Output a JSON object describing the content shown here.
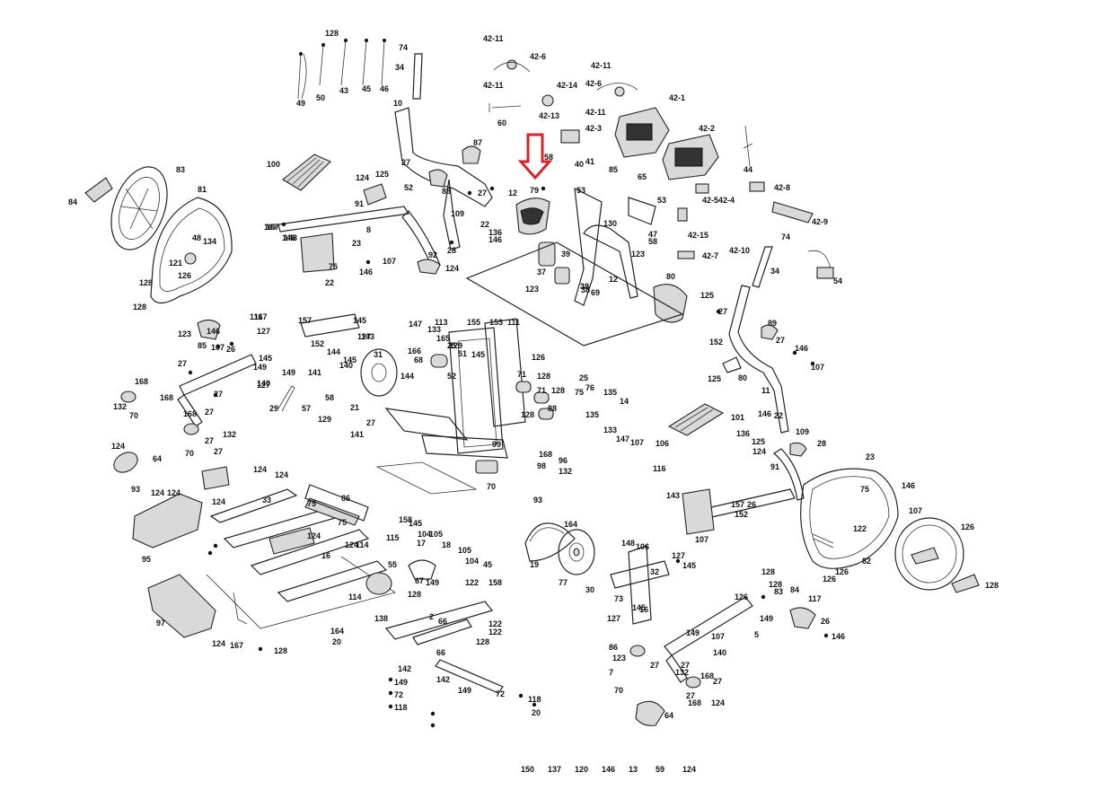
{
  "diagram": {
    "highlight_part": "79",
    "highlight_color": "#d8232a",
    "labels": [
      "128",
      "49",
      "50",
      "43",
      "45",
      "46",
      "74",
      "34",
      "10",
      "42-11",
      "42-6",
      "42-11",
      "42-14",
      "42-13",
      "60",
      "42-11",
      "42-6",
      "42-11",
      "42-1",
      "42-3",
      "42-2",
      "83",
      "84",
      "81",
      "48",
      "121",
      "134",
      "126",
      "128",
      "128",
      "100",
      "107",
      "148",
      "87",
      "125",
      "91",
      "124",
      "27",
      "88",
      "52",
      "27",
      "79",
      "12",
      "58",
      "41",
      "40",
      "85",
      "65",
      "53",
      "130",
      "53",
      "47",
      "58",
      "44",
      "42-8",
      "42-4",
      "42-5",
      "42-9",
      "42-15",
      "42-7",
      "42-10",
      "74",
      "34",
      "54",
      "107",
      "146",
      "8",
      "23",
      "75",
      "146",
      "107",
      "22",
      "109",
      "28",
      "22",
      "136",
      "146",
      "92",
      "124",
      "37",
      "38",
      "123",
      "39",
      "38",
      "69",
      "123",
      "12",
      "80",
      "125",
      "27",
      "152",
      "89",
      "27",
      "146",
      "107",
      "125",
      "80",
      "11",
      "123",
      "85",
      "146",
      "107",
      "26",
      "117",
      "116",
      "157",
      "145",
      "143",
      "127",
      "149",
      "152",
      "145",
      "127",
      "140",
      "144",
      "145",
      "127",
      "141",
      "31",
      "27",
      "168",
      "132",
      "70",
      "168",
      "27",
      "149",
      "140",
      "27",
      "168",
      "132",
      "70",
      "27",
      "27",
      "29",
      "57",
      "129",
      "58",
      "21",
      "141",
      "144",
      "147",
      "113",
      "155",
      "153",
      "111",
      "133",
      "165",
      "166",
      "129",
      "145",
      "25",
      "51",
      "68",
      "126",
      "52",
      "128",
      "71",
      "128",
      "71",
      "128",
      "75",
      "88",
      "124",
      "64",
      "25",
      "76",
      "135",
      "14",
      "135",
      "133",
      "147",
      "107",
      "106",
      "101",
      "146",
      "136",
      "22",
      "109",
      "125",
      "124",
      "28",
      "91",
      "93",
      "124",
      "124",
      "95",
      "124",
      "33",
      "75",
      "86",
      "124",
      "124",
      "75",
      "16",
      "124",
      "124",
      "17",
      "18",
      "97",
      "124",
      "167",
      "128",
      "158",
      "145",
      "104",
      "105",
      "115",
      "114",
      "105",
      "104",
      "122",
      "45",
      "158",
      "55",
      "67",
      "128",
      "114",
      "149",
      "138",
      "66",
      "2",
      "122",
      "122",
      "128",
      "66",
      "164",
      "20",
      "142",
      "149",
      "72",
      "118",
      "142",
      "149",
      "72",
      "118",
      "20",
      "164",
      "19",
      "77",
      "148",
      "106",
      "32",
      "30",
      "73",
      "127",
      "145",
      "16",
      "127",
      "145",
      "116",
      "143",
      "157",
      "152",
      "26",
      "107",
      "23",
      "75",
      "146",
      "107",
      "122",
      "82",
      "126",
      "126",
      "126",
      "128",
      "128",
      "126",
      "128",
      "83",
      "84",
      "117",
      "149",
      "5",
      "26",
      "146",
      "107",
      "149",
      "140",
      "86",
      "123",
      "7",
      "27",
      "27",
      "132",
      "168",
      "27",
      "70",
      "27",
      "168",
      "124",
      "64",
      "27",
      "70",
      "168",
      "132",
      "93",
      "96",
      "98",
      "99",
      "150",
      "137",
      "120",
      "146",
      "13",
      "59",
      "124"
    ]
  }
}
